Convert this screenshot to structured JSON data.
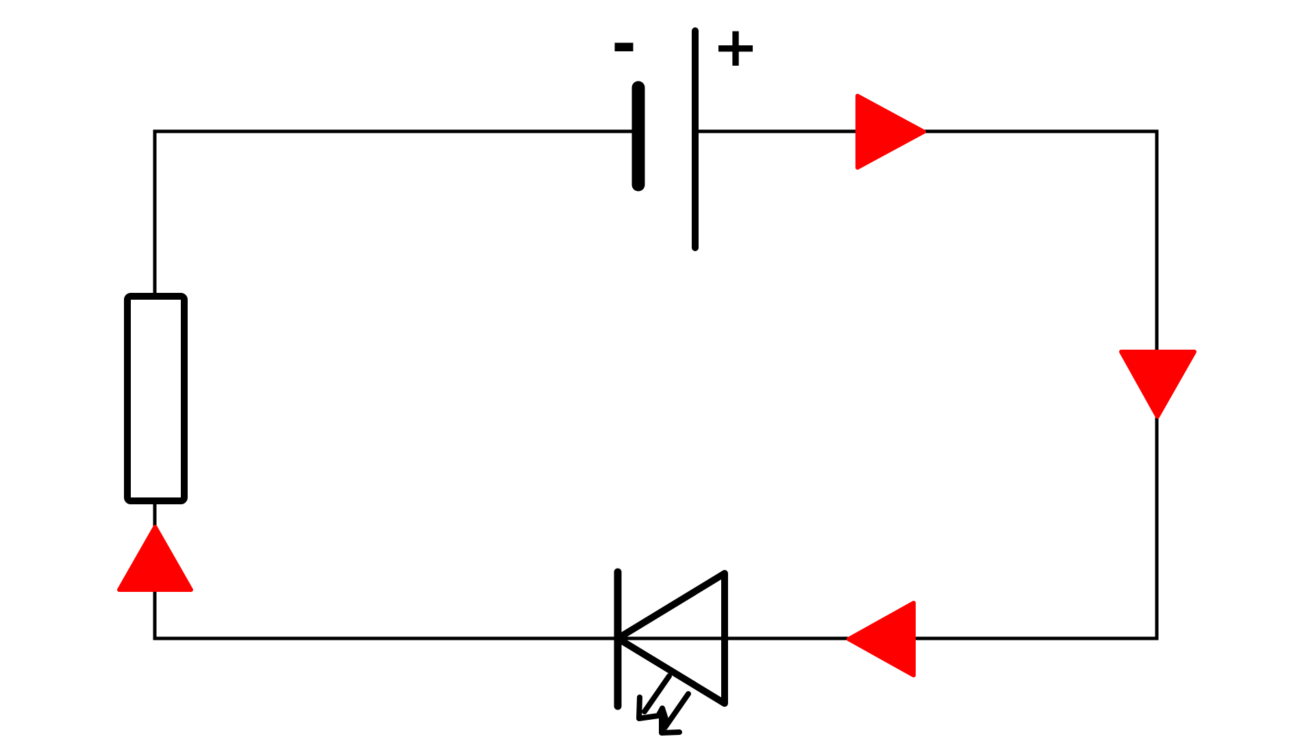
{
  "diagram": {
    "type": "circuit-schematic",
    "background_color": "#FFFFFF",
    "wire_color": "#000000",
    "current_color": "#FF0000",
    "battery": {
      "negative_label": "-",
      "positive_label": "+"
    },
    "components": [
      {
        "id": "battery-cell",
        "kind": "voltage-source",
        "negative_terminal": "short thick bar",
        "positive_terminal": "long thin bar"
      },
      {
        "id": "resistor",
        "kind": "resistor-rectangle-symbol",
        "position": "left-side"
      },
      {
        "id": "led",
        "kind": "light-emitting-diode",
        "position": "bottom-side",
        "orientation": "pointing-left",
        "light_arrows": 2
      }
    ],
    "current_arrows": [
      {
        "id": "current-arrow-top",
        "direction": "right"
      },
      {
        "id": "current-arrow-right",
        "direction": "down"
      },
      {
        "id": "current-arrow-bottom",
        "direction": "left"
      },
      {
        "id": "current-arrow-left",
        "direction": "up"
      }
    ]
  }
}
